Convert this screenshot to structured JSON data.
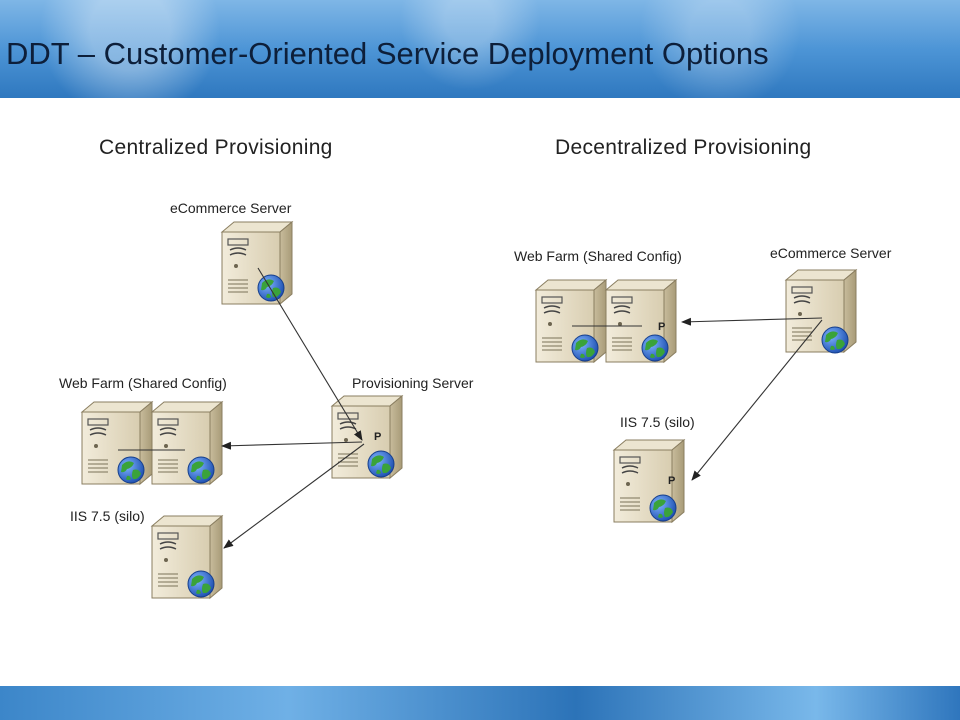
{
  "slide": {
    "title": "DDT – Customer-Oriented Service Deployment Options"
  },
  "centralized": {
    "heading": "Centralized Provisioning",
    "ecommerce_label": "eCommerce Server",
    "webfarm_label": "Web Farm (Shared Config)",
    "provisioning_label": "Provisioning Server",
    "iis_label": "IIS 7.5 (silo)",
    "provisioning_badge": "P"
  },
  "decentralized": {
    "heading": "Decentralized Provisioning",
    "webfarm_label": "Web Farm (Shared Config)",
    "ecommerce_label": "eCommerce Server",
    "iis_label": "IIS 7.5 (silo)",
    "webfarm_badge": "P",
    "iis_badge": "P"
  },
  "icons": [
    "server-icon",
    "globe-icon"
  ],
  "colors": {
    "server_body": "#e4dcc6",
    "server_dark": "#b9ad8c",
    "globe_blue": "#2f6fd0",
    "globe_green": "#3aa33a"
  }
}
